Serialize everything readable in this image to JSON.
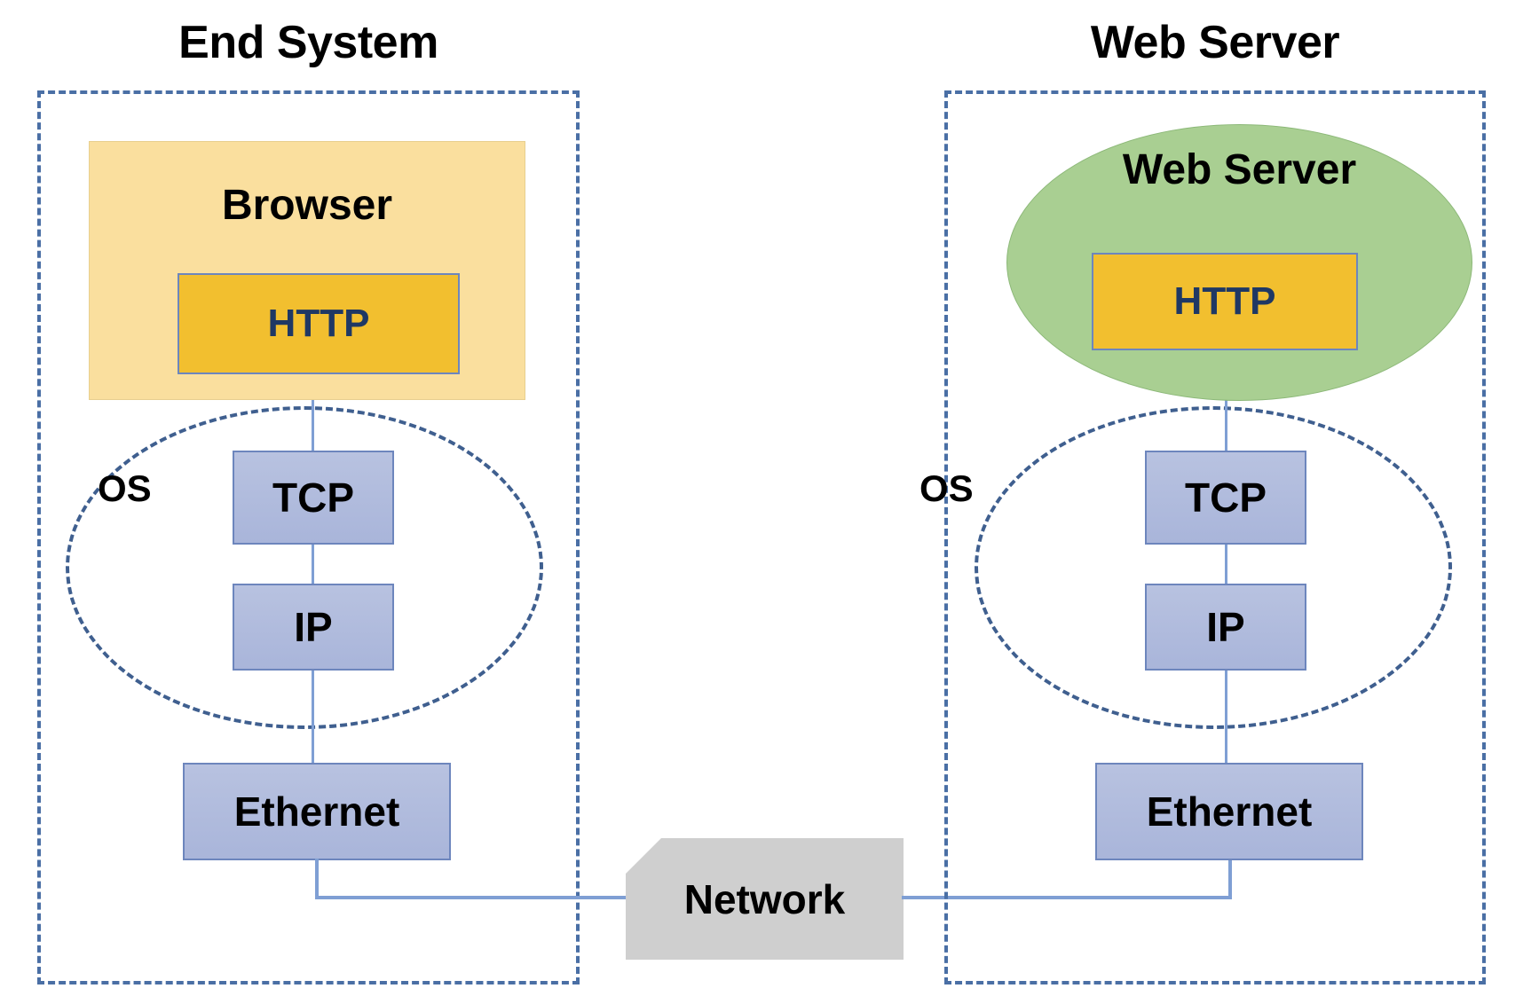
{
  "diagram": {
    "title_left": "End System",
    "title_right": "Web Server",
    "network": {
      "label": "Network"
    },
    "left_host": {
      "app_label": "Browser",
      "http_label": "HTTP",
      "os_label": "OS",
      "transport_label": "TCP",
      "network_layer_label": "IP",
      "link_label": "Ethernet"
    },
    "right_host": {
      "app_label": "Web Server",
      "http_label": "HTTP",
      "os_label": "OS",
      "transport_label": "TCP",
      "network_layer_label": "IP",
      "link_label": "Ethernet"
    },
    "colors": {
      "browser_fill": "#fadf9e",
      "server_fill": "#a9cf92",
      "http_fill": "#f2bf2f",
      "stack_fill": "#b0bcdd",
      "stack_border": "#6d86bd",
      "dashed_border": "#4a6fa5",
      "network_fill": "#cfcfcf",
      "connector": "#7f9fd4",
      "http_text": "#1f3864"
    }
  }
}
